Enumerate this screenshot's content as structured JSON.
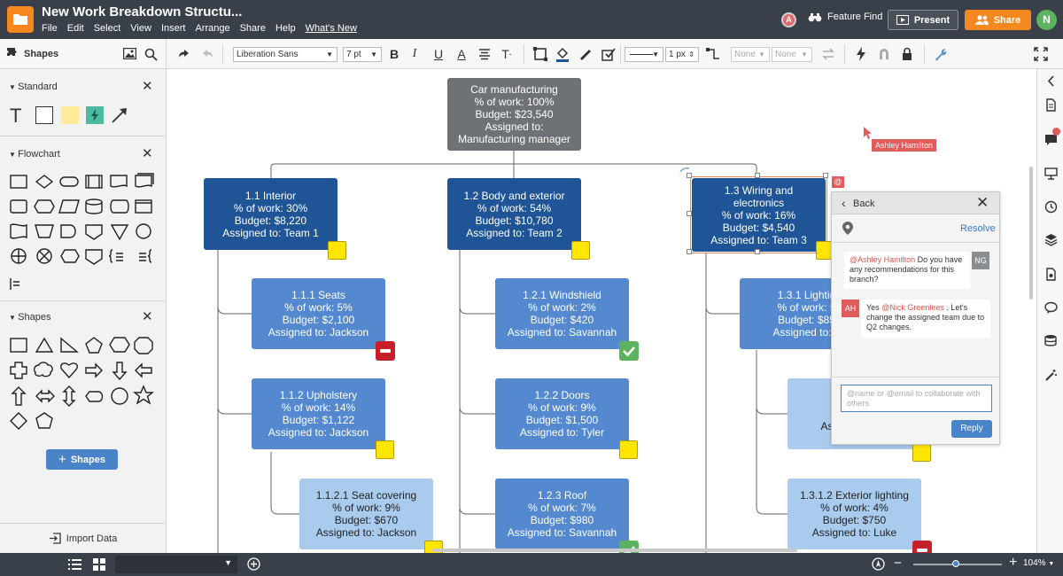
{
  "app": {
    "title": "New Work Breakdown Structu...",
    "menu": [
      "File",
      "Edit",
      "Select",
      "View",
      "Insert",
      "Arrange",
      "Share",
      "Help",
      "What's New"
    ],
    "collaborator_initial": "A",
    "feature_find": "Feature Find",
    "present_label": "Present",
    "share_label": "Share",
    "user_initial": "N",
    "accent": "#f5881f"
  },
  "toolbar": {
    "shapes_label": "Shapes",
    "font_family": "Liberation Sans",
    "font_size": "7 pt",
    "line_width": "1 px",
    "arrow_start": "None",
    "arrow_end": "None"
  },
  "sidebar": {
    "sections": [
      {
        "title": "Standard"
      },
      {
        "title": "Flowchart"
      },
      {
        "title": "Shapes"
      }
    ],
    "add_shapes_label": "Shapes",
    "import_label": "Import Data"
  },
  "diagram": {
    "nodes": [
      {
        "id": "root",
        "lines": [
          "Car manufacturing",
          "% of work: 100%",
          "Budget: $23,540",
          "Assigned to:",
          "Manufacturing manager"
        ]
      },
      {
        "id": "n1",
        "lines": [
          "1.1 Interior",
          "% of work: 30%",
          "Budget: $8,220",
          "Assigned to: Team 1"
        ]
      },
      {
        "id": "n2",
        "lines": [
          "1.2 Body and exterior",
          "% of work: 54%",
          "Budget: $10,780",
          "Assigned to: Team 2"
        ]
      },
      {
        "id": "n3",
        "lines": [
          "1.3 Wiring and",
          "electronics",
          "% of work: 16%",
          "Budget: $4,540",
          "Assigned to: Team 3"
        ]
      },
      {
        "id": "n111",
        "lines": [
          "1.1.1 Seats",
          "% of work: 5%",
          "Budget: $2,100",
          "Assigned to: Jackson"
        ]
      },
      {
        "id": "n112",
        "lines": [
          "1.1.2 Upholstery",
          "% of work: 14%",
          "Budget: $1,122",
          "Assigned to: Jackson"
        ]
      },
      {
        "id": "n1121",
        "lines": [
          "1.1.2.1 Seat covering",
          "% of work: 9%",
          "Budget: $670",
          "Assigned to: Jackson"
        ]
      },
      {
        "id": "n121",
        "lines": [
          "1.2.1 Windshield",
          "% of work: 2%",
          "Budget: $420",
          "Assigned to: Savannah"
        ]
      },
      {
        "id": "n122",
        "lines": [
          "1.2.2 Doors",
          "% of work: 9%",
          "Budget: $1,500",
          "Assigned to: Tyler"
        ]
      },
      {
        "id": "n123",
        "lines": [
          "1.2.3 Roof",
          "% of work: 7%",
          "Budget: $980",
          "Assigned to: Savannah"
        ]
      },
      {
        "id": "n131",
        "lines": [
          "1.3.1 Lightin",
          "% of work: 5",
          "Budget: $85",
          "Assigned to: L"
        ]
      },
      {
        "id": "n1311",
        "lines": [
          "1.3.1.",
          "B",
          "Assigned to: L"
        ]
      },
      {
        "id": "n1312",
        "lines": [
          "1.3.1.2 Exterior lighting",
          "% of work: 4%",
          "Budget: $750",
          "Assigned to: Luke"
        ]
      }
    ]
  },
  "cursor_user": "Ashley Hamilton",
  "mention_marker": "@",
  "comments": {
    "back_label": "Back",
    "resolve_label": "Resolve",
    "thread": [
      {
        "initials": "NG",
        "mention": "@Ashley Hamilton",
        "text": " Do you have any recommendations for this branch?"
      },
      {
        "initials": "AH",
        "prefix": "Yes ",
        "mention": "@Nick Greenlees",
        "text": " . Let's change the assigned team due to Q2 changes."
      }
    ],
    "input_placeholder": "@name or @email to collaborate with others",
    "reply_label": "Reply"
  },
  "status": {
    "zoom": "104%"
  }
}
